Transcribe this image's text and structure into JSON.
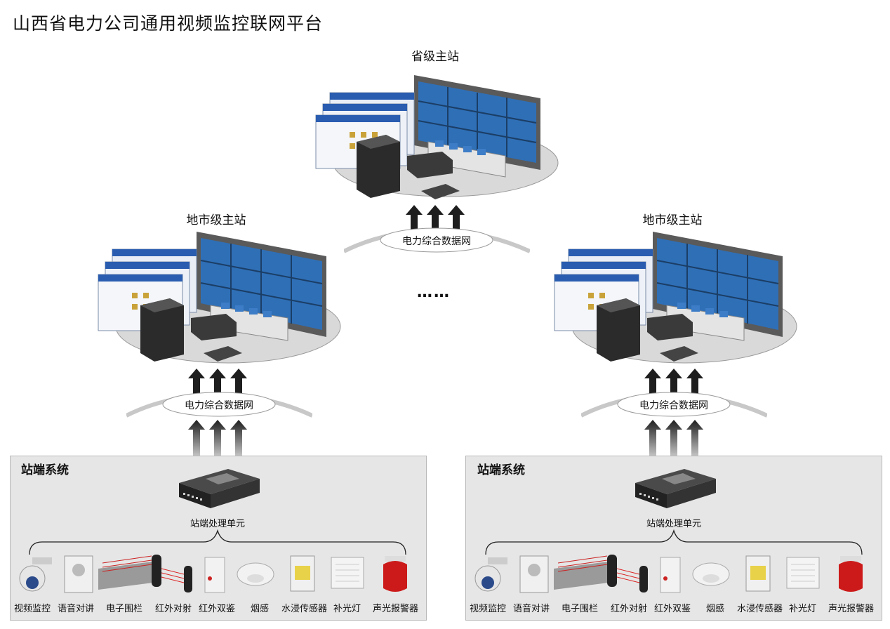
{
  "title": "山西省电力公司通用视频监控联网平台",
  "provincial": {
    "label": "省级主站"
  },
  "city_left": {
    "label": "地市级主站"
  },
  "city_right": {
    "label": "地市级主站"
  },
  "network": {
    "label": "电力综合数据网"
  },
  "ellipsis": "……",
  "site_left": {
    "title": "站端系统",
    "unit_label": "站端处理单元",
    "devices": [
      "视频监控",
      "语音对讲",
      "电子围栏",
      "红外对射",
      "红外双鉴",
      "烟感",
      "水浸传感器",
      "补光灯",
      "声光报警器"
    ]
  },
  "site_right": {
    "title": "站端系统",
    "unit_label": "站端处理单元",
    "devices": [
      "视频监控",
      "语音对讲",
      "电子围栏",
      "红外对射",
      "红外双鉴",
      "烟感",
      "水浸传感器",
      "补光灯",
      "声光报警器"
    ]
  },
  "colors": {
    "ellipse": "#d8d8d8",
    "wall_frame": "#6d6d6d",
    "screen": "#2f6fb6",
    "arrow": "#1e1e1e",
    "site_bg": "#e6e6e6",
    "alarm_red": "#cc1a1a"
  }
}
